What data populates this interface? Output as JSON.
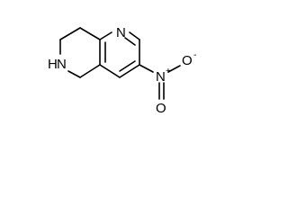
{
  "structure": {
    "atoms": {
      "ring_n": "N",
      "ring_nh": "H",
      "ring_nh_n": "N",
      "nitro_n": "N",
      "nitro_n_charge": "+",
      "nitro_o1": "O",
      "nitro_o2": "O",
      "nitro_o2_charge": "-"
    }
  }
}
